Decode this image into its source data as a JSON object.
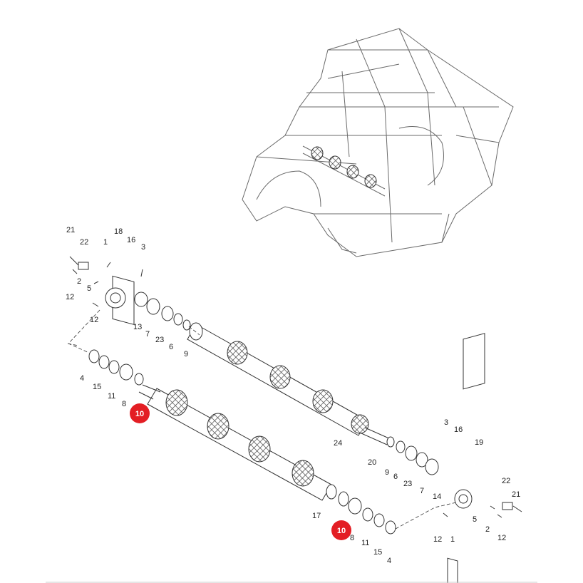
{
  "diagram": {
    "labels": {
      "upper_left": [
        "21",
        "22",
        "18",
        "16",
        "1",
        "3",
        "2",
        "5",
        "12",
        "12",
        "13",
        "7",
        "23",
        "6",
        "9"
      ],
      "mid_left": [
        "4",
        "15",
        "11",
        "8"
      ],
      "shaft": [
        "24",
        "20",
        "17"
      ],
      "right_group": [
        "3",
        "16",
        "19",
        "9",
        "6",
        "23",
        "7",
        "14",
        "22",
        "21",
        "5",
        "12",
        "1",
        "2",
        "12"
      ],
      "lower_right": [
        "8",
        "11",
        "15",
        "4"
      ],
      "callouts": [
        "10",
        "10"
      ]
    },
    "colors": {
      "callout_fill": "#e31e24",
      "line": "#333333",
      "frame": "#6a6a6a"
    }
  }
}
